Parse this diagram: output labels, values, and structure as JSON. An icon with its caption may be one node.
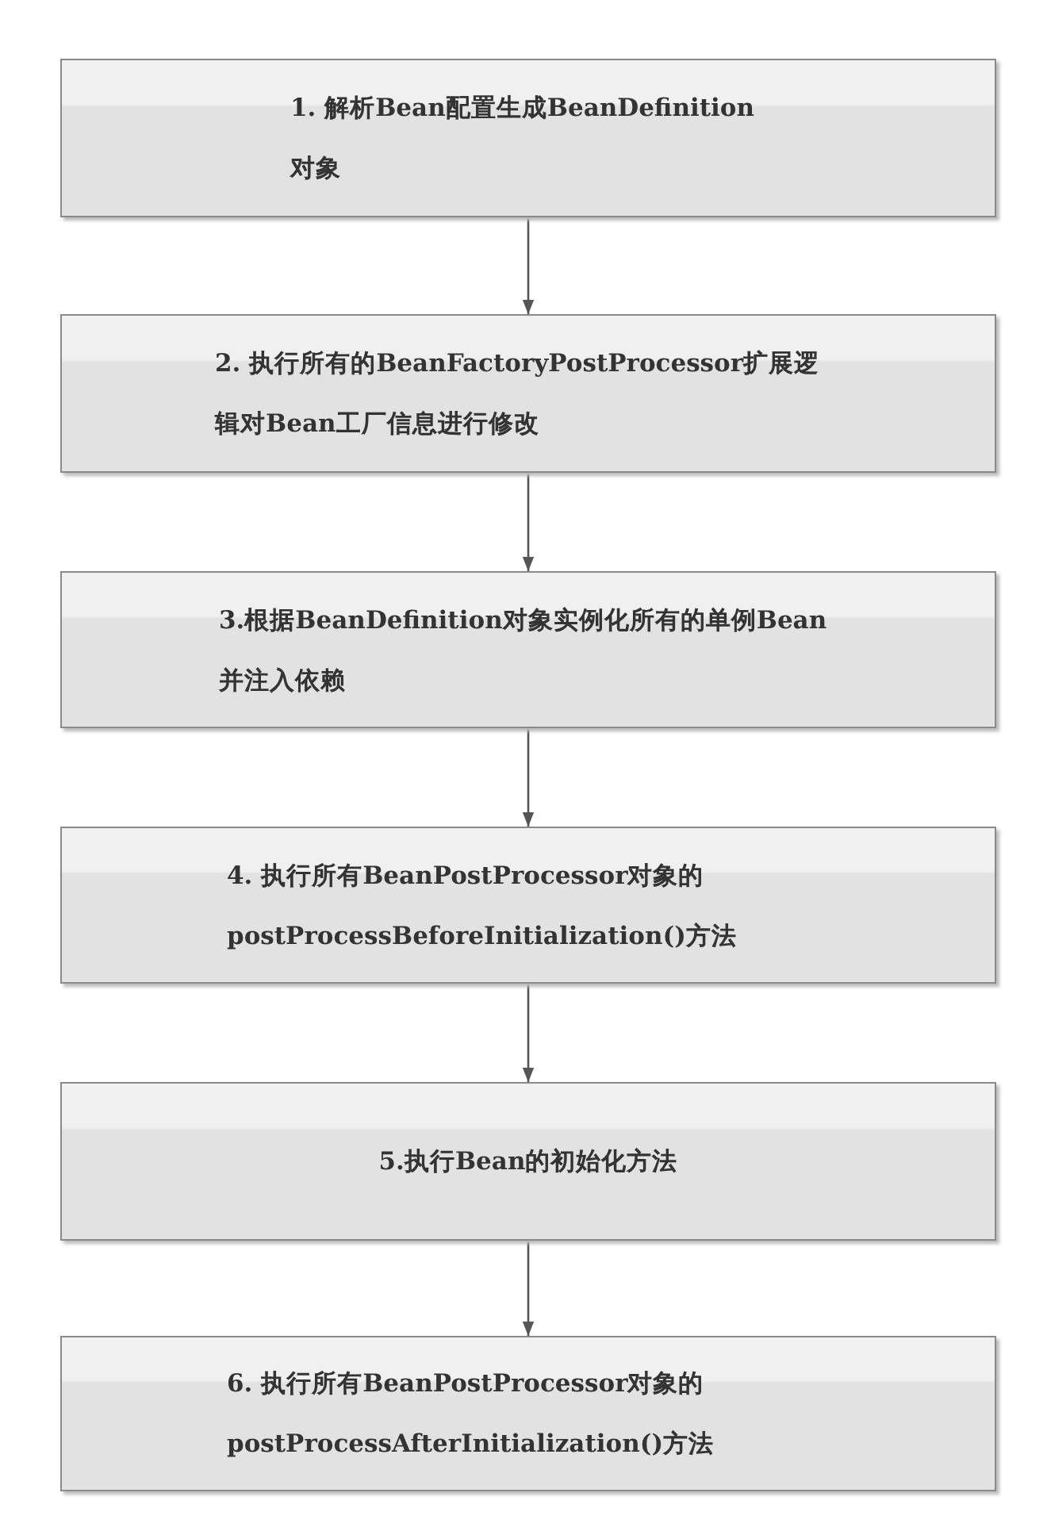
{
  "diagram": {
    "nodes": [
      {
        "text": [
          "1. 解析Bean配置生成BeanDefinition对象"
        ]
      },
      {
        "text": [
          "2. 执行所有的BeanFactoryPostProcessor扩展逻辑对Bean工厂信息进行修改"
        ]
      },
      {
        "text": [
          "3.根据BeanDefinition对象实例化所有的单例Bean并注入依赖"
        ]
      },
      {
        "text": [
          "4. 执行所有BeanPostProcessor对象的postProcessBeforeInitialization()方法"
        ]
      },
      {
        "text": [
          "5.执行Bean的初始化方法"
        ]
      },
      {
        "text": [
          "6. 执行所有BeanPostProcessor对象的postProcessAfterInitialization()方法"
        ]
      }
    ],
    "edges": [
      {
        "from": 0,
        "to": 1,
        "arrow": "to"
      },
      {
        "from": 1,
        "to": 2,
        "arrow": "to"
      },
      {
        "from": 2,
        "to": 3,
        "arrow": "to"
      },
      {
        "from": 3,
        "to": 4,
        "arrow": "to"
      },
      {
        "from": 4,
        "to": 5,
        "arrow": "to"
      }
    ]
  }
}
